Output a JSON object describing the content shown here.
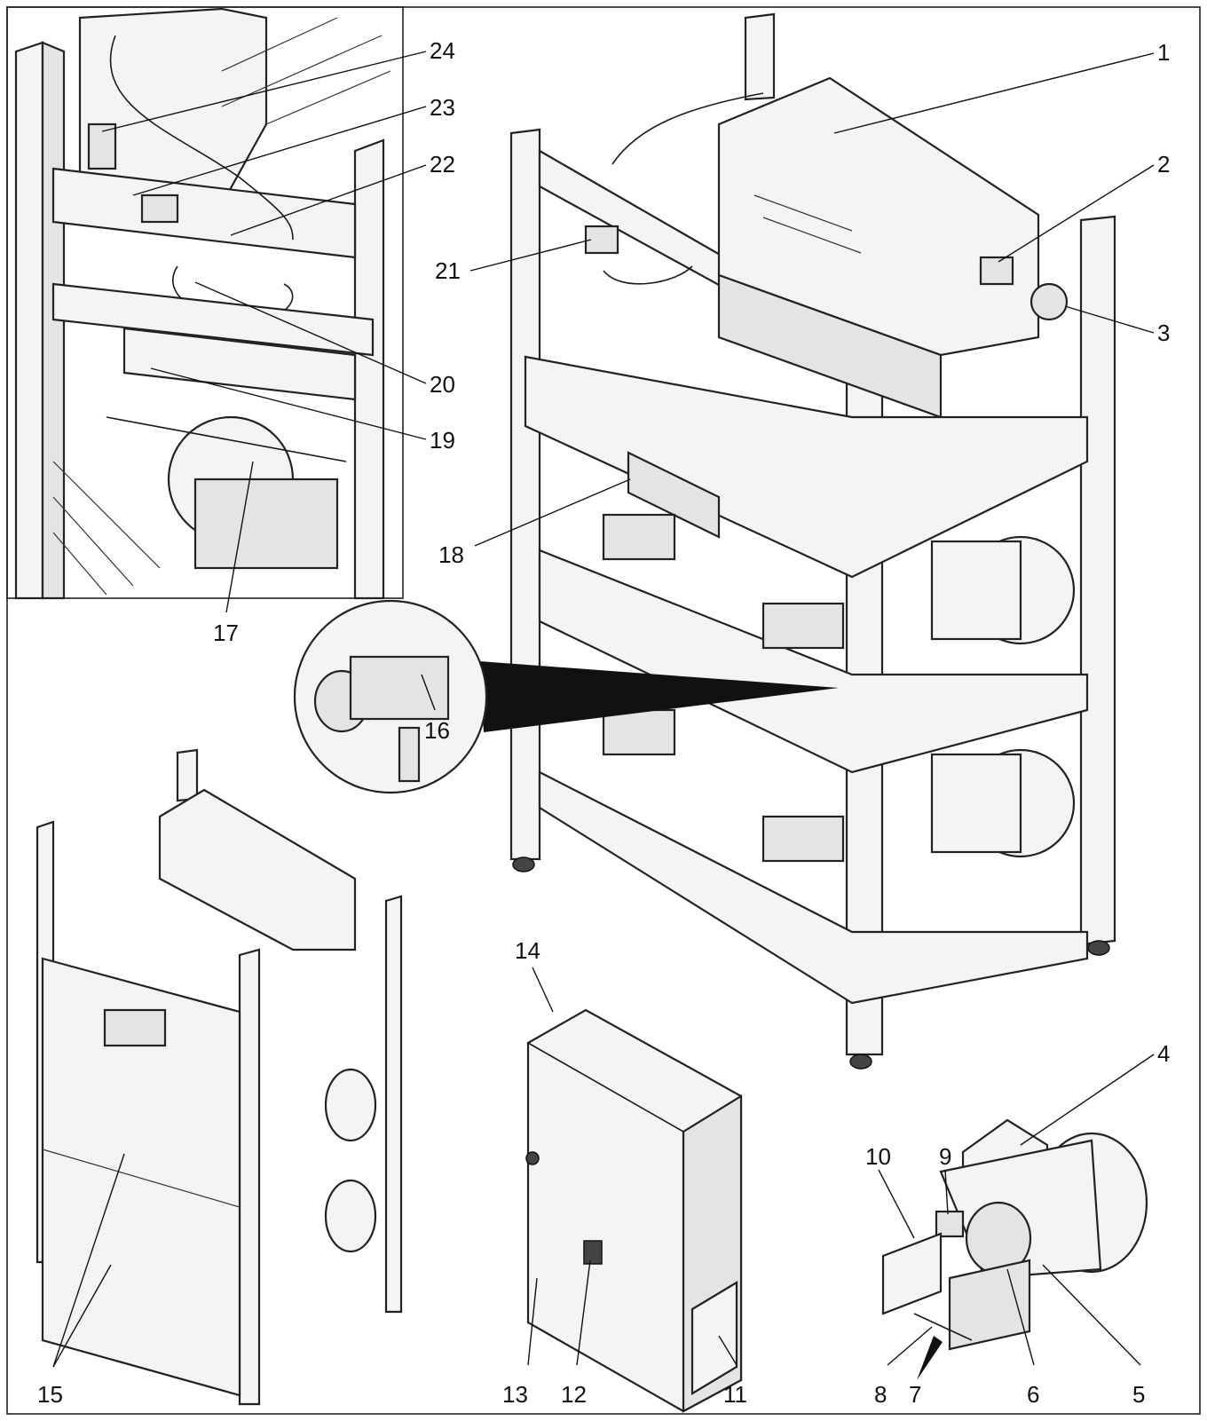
{
  "figure": {
    "callouts": [
      {
        "id": "1",
        "label": "1"
      },
      {
        "id": "2",
        "label": "2"
      },
      {
        "id": "3",
        "label": "3"
      },
      {
        "id": "4",
        "label": "4"
      },
      {
        "id": "5",
        "label": "5"
      },
      {
        "id": "6",
        "label": "6"
      },
      {
        "id": "7",
        "label": "7"
      },
      {
        "id": "8",
        "label": "8"
      },
      {
        "id": "9",
        "label": "9"
      },
      {
        "id": "10",
        "label": "10"
      },
      {
        "id": "11",
        "label": "11"
      },
      {
        "id": "12",
        "label": "12"
      },
      {
        "id": "13",
        "label": "13"
      },
      {
        "id": "14",
        "label": "14"
      },
      {
        "id": "15",
        "label": "15"
      },
      {
        "id": "16",
        "label": "16"
      },
      {
        "id": "17",
        "label": "17"
      },
      {
        "id": "18",
        "label": "18"
      },
      {
        "id": "19",
        "label": "19"
      },
      {
        "id": "20",
        "label": "20"
      },
      {
        "id": "21",
        "label": "21"
      },
      {
        "id": "22",
        "label": "22"
      },
      {
        "id": "23",
        "label": "23"
      },
      {
        "id": "24",
        "label": "24"
      }
    ]
  }
}
